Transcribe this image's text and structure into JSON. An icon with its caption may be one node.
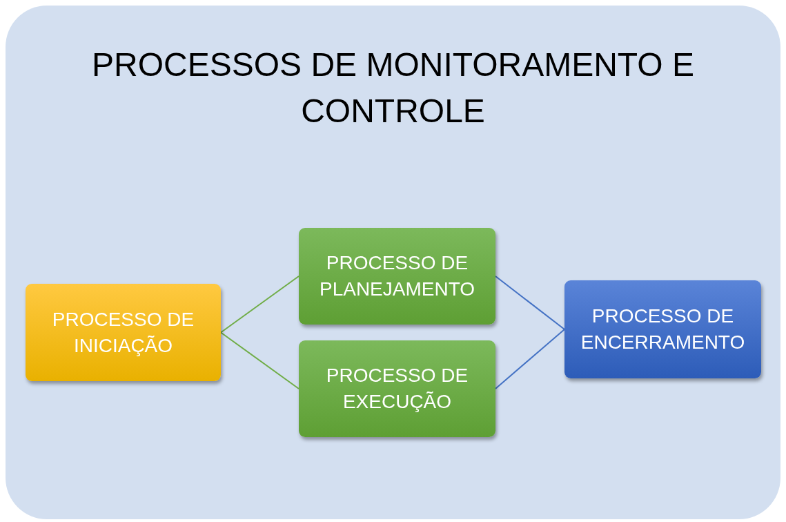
{
  "diagram": {
    "nodes": [
      {
        "text": [
          "PROCESSOS DE MONITORAMENTO E CONTROLE"
        ]
      },
      {
        "text": [
          "PROCESSO DE INICIAÇÃO"
        ],
        "in": 0
      },
      {
        "text": [
          "PROCESSO DE PLANEJAMENTO"
        ],
        "in": 0
      },
      {
        "text": [
          "PROCESSO DE EXECUÇÃO"
        ],
        "in": 0
      },
      {
        "text": [
          "PROCESSO DE ENCERRAMENTO"
        ],
        "in": 0
      }
    ],
    "edges": [
      {
        "from": 1,
        "to": 2,
        "arrow": "none"
      },
      {
        "from": 1,
        "to": 3,
        "arrow": "none"
      },
      {
        "from": 2,
        "to": 4,
        "arrow": "none",
        "color": "#4472c4"
      },
      {
        "from": 3,
        "to": 4,
        "arrow": "none",
        "color": "#4472c4"
      }
    ]
  }
}
